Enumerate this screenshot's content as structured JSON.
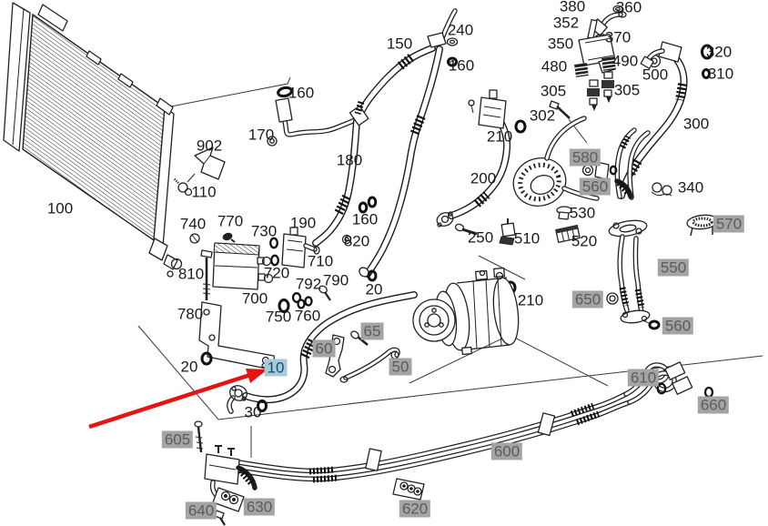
{
  "diagram": {
    "type": "exploded-parts-diagram",
    "subject": "air-conditioning-lines-and-condenser",
    "background": "#ffffff",
    "line_color": "#222222",
    "selection": {
      "selected_label": "10",
      "highlight_bg": "#a6cbdd",
      "highlight_text": "#1d4a68",
      "arrow_color": "#e51414"
    },
    "muted_label_style": {
      "bg": "#a4a4a4",
      "text": "#5c5c5c"
    }
  },
  "labels": {
    "l100": {
      "text": "100",
      "style": "plain"
    },
    "l902": {
      "text": "902",
      "style": "plain"
    },
    "l110": {
      "text": "110",
      "style": "plain"
    },
    "l740": {
      "text": "740",
      "style": "plain"
    },
    "l770": {
      "text": "770",
      "style": "plain"
    },
    "l730": {
      "text": "730",
      "style": "plain"
    },
    "l190": {
      "text": "190",
      "style": "plain"
    },
    "l820": {
      "text": "820",
      "style": "plain"
    },
    "l160a": {
      "text": "160",
      "style": "plain"
    },
    "l170": {
      "text": "170",
      "style": "plain"
    },
    "l180": {
      "text": "180",
      "style": "plain"
    },
    "l150": {
      "text": "150",
      "style": "plain"
    },
    "l240": {
      "text": "240",
      "style": "plain"
    },
    "l160b": {
      "text": "160",
      "style": "plain"
    },
    "l160c": {
      "text": "160",
      "style": "plain"
    },
    "l710": {
      "text": "710",
      "style": "plain"
    },
    "l720": {
      "text": "720",
      "style": "plain"
    },
    "l700": {
      "text": "700",
      "style": "plain"
    },
    "l792": {
      "text": "792",
      "style": "plain"
    },
    "l790": {
      "text": "790",
      "style": "plain"
    },
    "l750": {
      "text": "750",
      "style": "plain"
    },
    "l760": {
      "text": "760",
      "style": "plain"
    },
    "l780": {
      "text": "780",
      "style": "plain"
    },
    "l810": {
      "text": "810",
      "style": "plain"
    },
    "l20a": {
      "text": "20",
      "style": "plain"
    },
    "l20b": {
      "text": "20",
      "style": "plain"
    },
    "l30": {
      "text": "30",
      "style": "plain"
    },
    "l200": {
      "text": "200",
      "style": "plain"
    },
    "l210a": {
      "text": "210",
      "style": "plain"
    },
    "l210b": {
      "text": "210",
      "style": "plain"
    },
    "l250": {
      "text": "250",
      "style": "plain"
    },
    "l510": {
      "text": "510",
      "style": "plain"
    },
    "l530": {
      "text": "530",
      "style": "plain"
    },
    "l520": {
      "text": "520",
      "style": "plain"
    },
    "l340": {
      "text": "340",
      "style": "plain"
    },
    "l302": {
      "text": "302",
      "style": "plain"
    },
    "l305a": {
      "text": "305",
      "style": "plain"
    },
    "l305b": {
      "text": "305",
      "style": "plain"
    },
    "l350": {
      "text": "350",
      "style": "plain"
    },
    "l352": {
      "text": "352",
      "style": "plain"
    },
    "l380": {
      "text": "380",
      "style": "plain"
    },
    "l360": {
      "text": "360",
      "style": "plain"
    },
    "l370": {
      "text": "370",
      "style": "plain"
    },
    "l480": {
      "text": "480",
      "style": "plain"
    },
    "l490": {
      "text": "490",
      "style": "plain"
    },
    "l500": {
      "text": "500",
      "style": "plain"
    },
    "l320": {
      "text": "320",
      "style": "plain"
    },
    "l310": {
      "text": "310",
      "style": "plain"
    },
    "l300": {
      "text": "300",
      "style": "plain"
    },
    "l580": {
      "text": "580",
      "style": "gray"
    },
    "l560a": {
      "text": "560",
      "style": "gray"
    },
    "l570": {
      "text": "570",
      "style": "gray"
    },
    "l550": {
      "text": "550",
      "style": "gray"
    },
    "l650": {
      "text": "650",
      "style": "gray"
    },
    "l560b": {
      "text": "560",
      "style": "gray"
    },
    "l65": {
      "text": "65",
      "style": "gray"
    },
    "l60": {
      "text": "60",
      "style": "gray"
    },
    "l50": {
      "text": "50",
      "style": "gray"
    },
    "l605": {
      "text": "605",
      "style": "gray"
    },
    "l640": {
      "text": "640",
      "style": "gray"
    },
    "l630": {
      "text": "630",
      "style": "gray"
    },
    "l620": {
      "text": "620",
      "style": "gray"
    },
    "l600": {
      "text": "600",
      "style": "gray"
    },
    "l610": {
      "text": "610",
      "style": "gray"
    },
    "l660": {
      "text": "660",
      "style": "gray"
    },
    "l10": {
      "text": "10",
      "style": "highlight"
    }
  }
}
